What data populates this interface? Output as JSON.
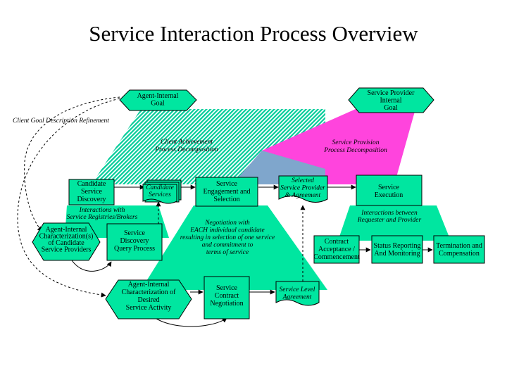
{
  "title": "Service Interaction Process Overview",
  "nodes": {
    "agent_goal": [
      "Agent-Internal",
      "Goal"
    ],
    "provider_goal": [
      "Service Provider",
      "Internal",
      "Goal"
    ],
    "candidate_discovery": [
      "Candidate",
      "Service",
      "Discovery"
    ],
    "candidate_services": [
      "Candidate",
      "Services"
    ],
    "engagement": [
      "Service",
      "Engagement and",
      "Selection"
    ],
    "selected_provider": [
      "Selected",
      "Service Provider",
      "& Agreement"
    ],
    "execution": [
      "Service",
      "Execution"
    ],
    "agent_char_providers": [
      "Agent-Internal",
      "Characterization(s)",
      "of Candidate",
      "Service Providers"
    ],
    "discovery_query": [
      "Service",
      "Discovery",
      "Query Process"
    ],
    "contract_acceptance": [
      "Contract",
      "Acceptance /",
      "Commencement"
    ],
    "status_reporting": [
      "Status Reporting",
      "And Monitoring"
    ],
    "termination": [
      "Termination and",
      "Compensation"
    ],
    "agent_char_activity": [
      "Agent-Internal",
      "Characterization of",
      "Desired",
      "Service Activity"
    ],
    "contract_negotiation": [
      "Service",
      "Contract",
      "Negotiation"
    ],
    "sla": [
      "Service Level",
      "Agreement"
    ]
  },
  "annotations": {
    "goal_refinement": [
      "Client Goal Description Refinement"
    ],
    "client_achievement": [
      "Client Achievement",
      "Process Decomposition"
    ],
    "service_provision": [
      "Service Provision",
      "Process Decomposition"
    ],
    "registries": [
      "Interactions with",
      "Service Registries/Brokers"
    ],
    "negotiation": [
      "Negotiation with",
      "EACH individual candidate",
      "resulting in selection of one service",
      "and commitment to",
      "terms of service"
    ],
    "requester_provider": [
      "Interactions between",
      "Requester and Provider"
    ]
  },
  "colors": {
    "box": "#00e6a0",
    "hatch": "#00cc99",
    "provision": "#ff44dd",
    "overlap": "#7fa6cc"
  }
}
